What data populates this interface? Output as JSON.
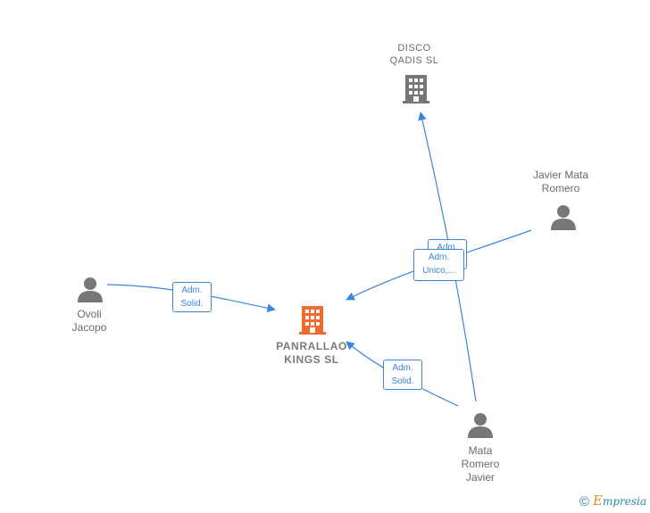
{
  "nodes": {
    "disco": {
      "label": "DISCO\nQADIS  SL",
      "icon": "building-icon",
      "color": "#777777"
    },
    "panrallao": {
      "label": "PANRALLAO\nKINGS  SL",
      "icon": "building-icon",
      "color": "#f26a2e"
    },
    "javier_mata": {
      "label": "Javier Mata\nRomero",
      "icon": "person-icon",
      "color": "#777777"
    },
    "ovoli": {
      "label": "Ovoli\nJacopo",
      "icon": "person-icon",
      "color": "#777777"
    },
    "mata_romero": {
      "label": "Mata\nRomero\nJavier",
      "icon": "person-icon",
      "color": "#777777"
    }
  },
  "edges": {
    "ovoli_to_panrallao": "Adm.\nSolid.",
    "mata_to_panrallao": "Adm.\nSolid.",
    "mata_to_disco": "Adm.\n...",
    "javier_to_panrallao": "Adm.\nUnico,..."
  },
  "colors": {
    "edge": "#3b86d8",
    "node_gray": "#777777",
    "main_node": "#f26a2e"
  },
  "brand": {
    "copyright": "©",
    "name_initial": "E",
    "name_rest": "mpresia"
  }
}
